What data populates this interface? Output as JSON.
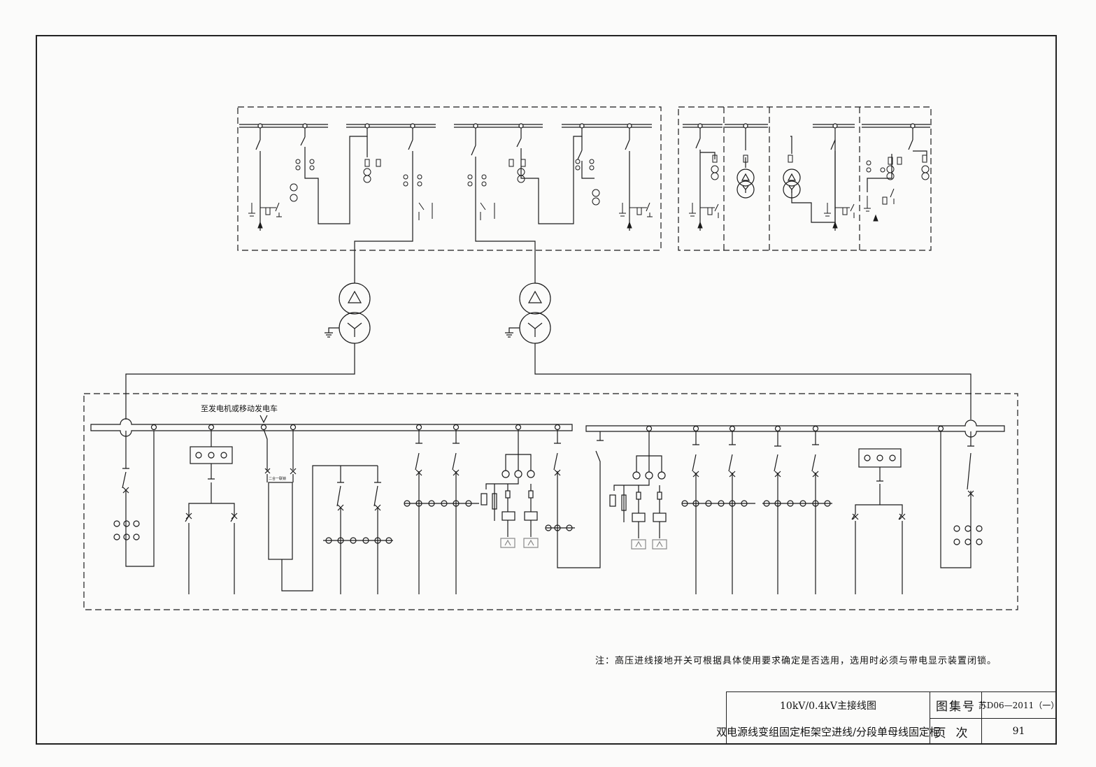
{
  "drawing": {
    "generator_label": "至发电机或移动发电车",
    "tie_breaker_label": "二合一联锁",
    "note": "注：高压进线接地开关可根据具体使用要求确定是否选用，选用时必须与带电显示装置闭锁。"
  },
  "title_block": {
    "title_line1": "10kV/0.4kV主接线图",
    "title_line2": "双电源线变组固定柜架空进线/分段单母线固定柜",
    "atlas_label": "图集号",
    "atlas_number": "苏D06—2011（一）",
    "page_label": "页次",
    "page_number": "91"
  },
  "colors": {
    "line": "#1a1a1a",
    "paper": "#fbfbfa"
  }
}
